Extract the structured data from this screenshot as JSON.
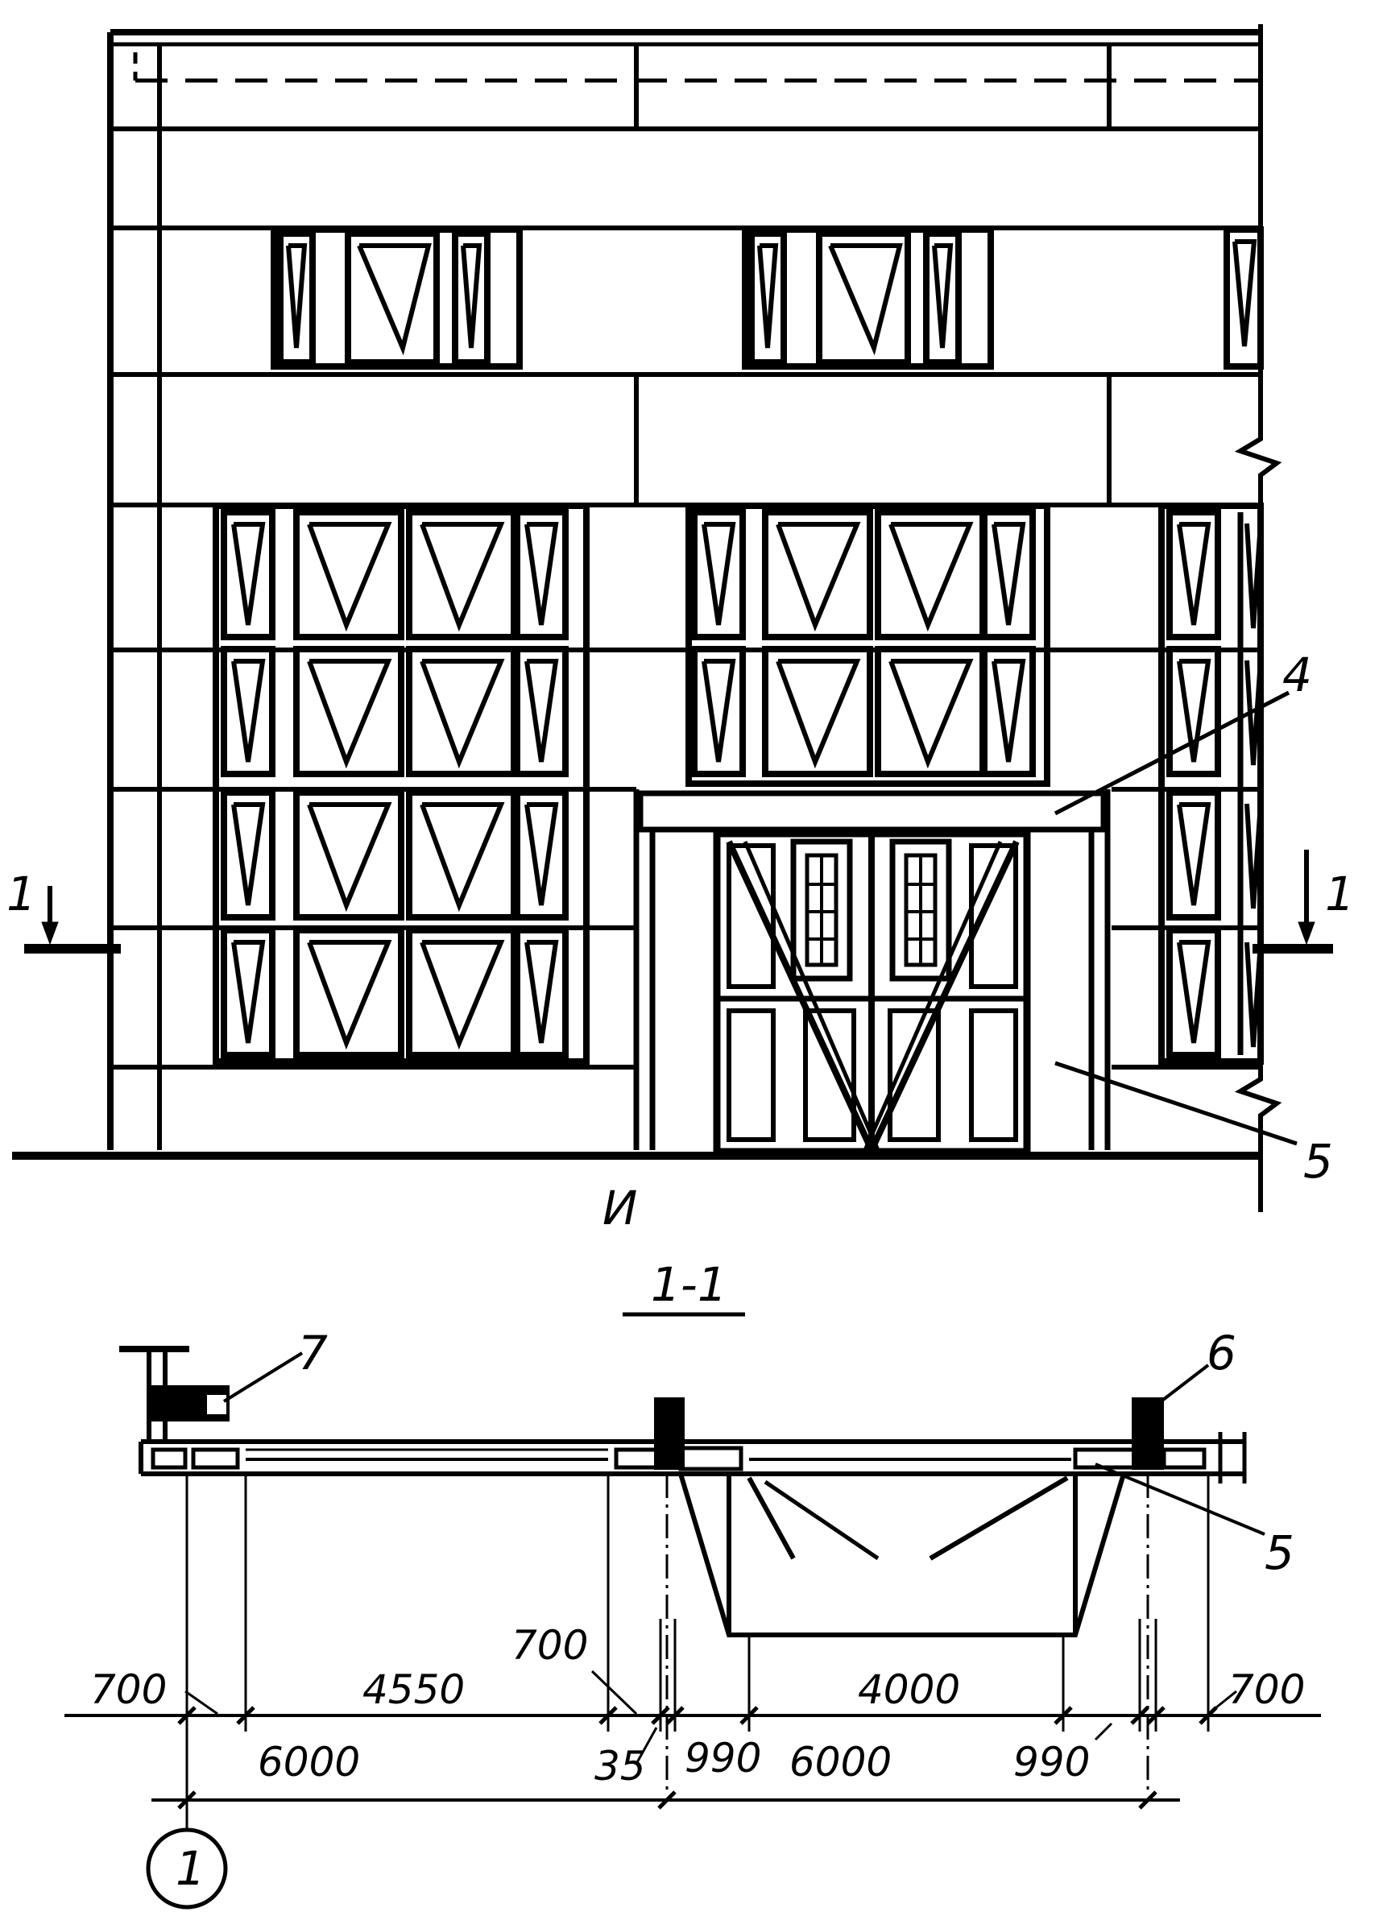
{
  "elevation": {
    "view_label": "И",
    "callouts": [
      "4",
      "5"
    ],
    "cut_marks": [
      "1",
      "1"
    ]
  },
  "section": {
    "title": "1-1",
    "callouts": [
      "7",
      "6",
      "5"
    ],
    "dims_top": [
      "700",
      "4550",
      "700",
      "4000",
      "700"
    ],
    "dims_bottom": [
      "6000",
      "35",
      "990",
      "6000",
      "990"
    ],
    "axis_label": "1"
  }
}
